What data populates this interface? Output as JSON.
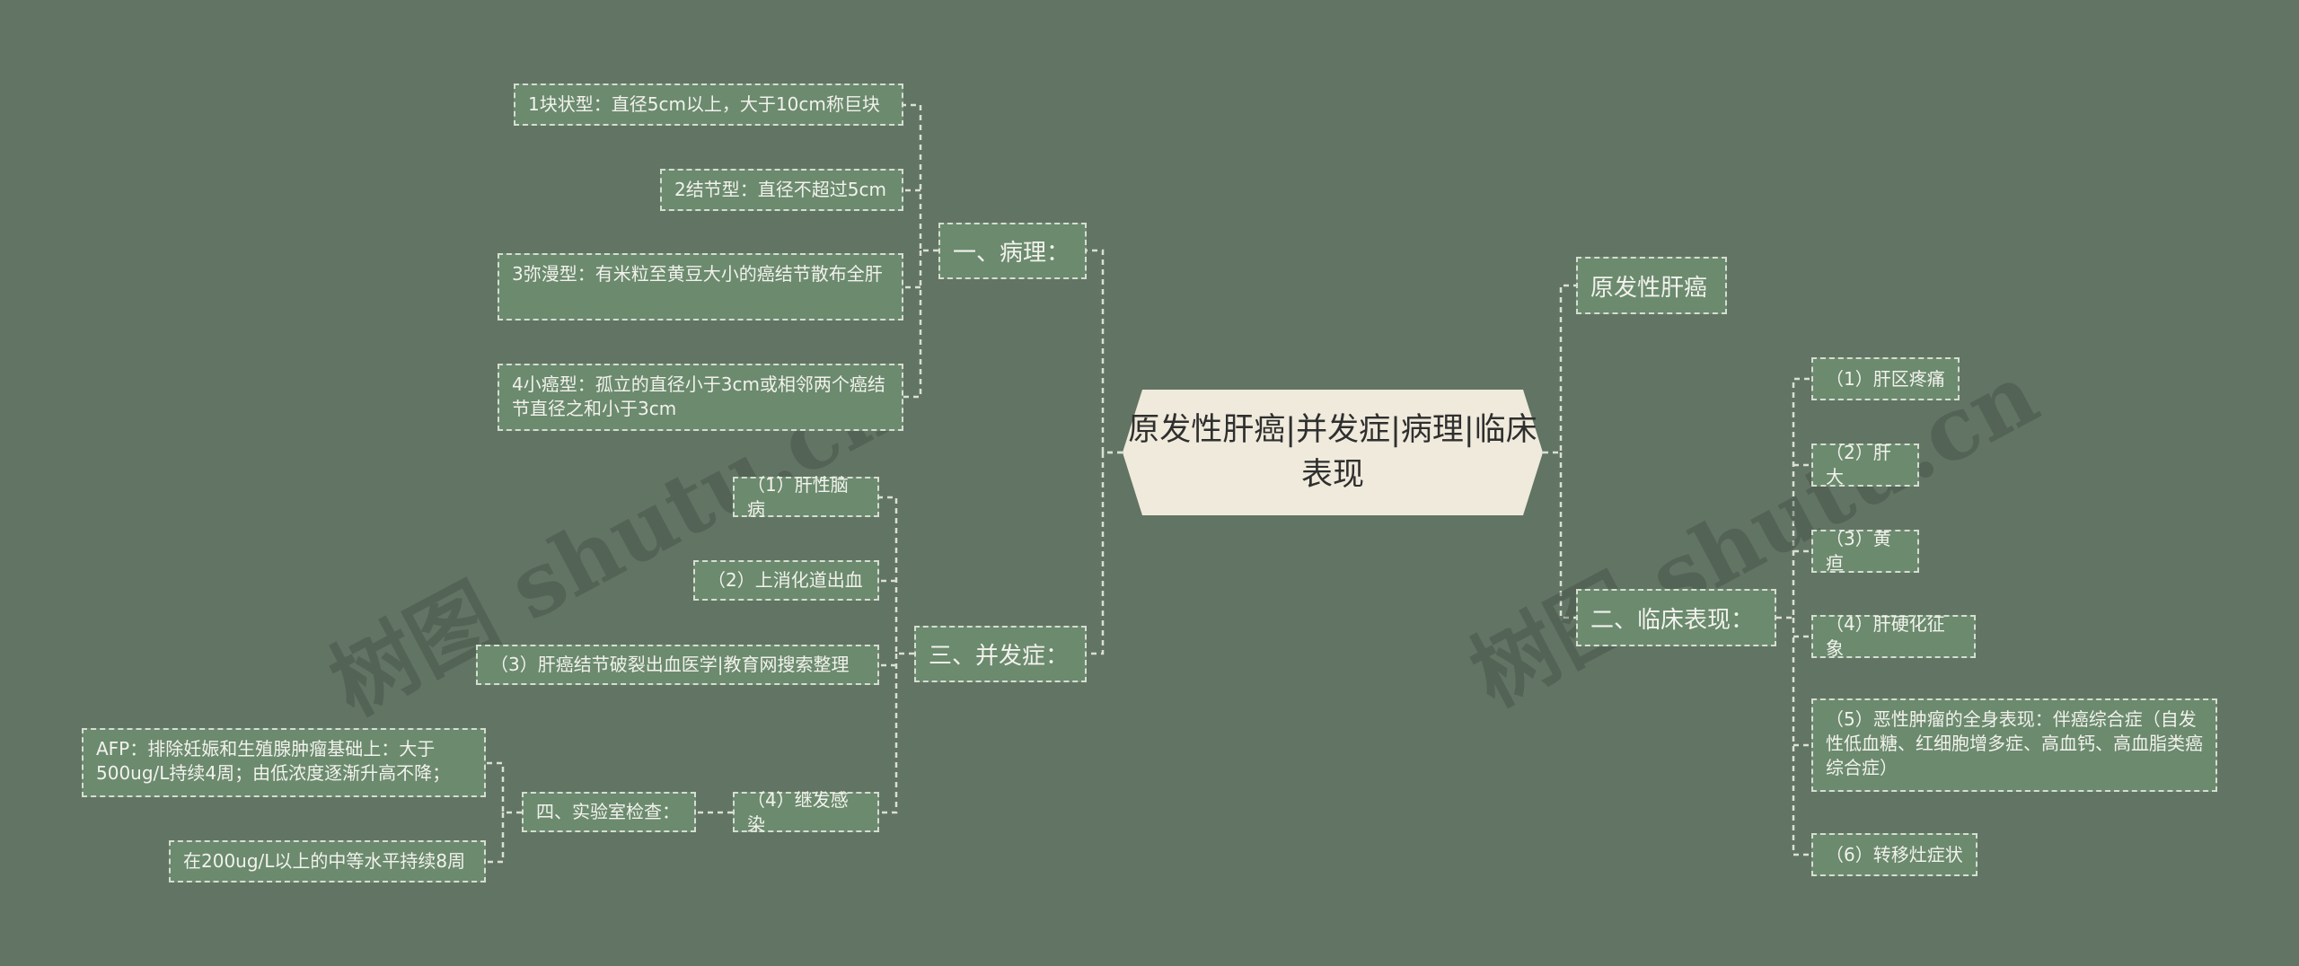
{
  "root": {
    "title": "原发性肝癌|并发症|病理|临床表现"
  },
  "watermark": "树图 shutu.cn",
  "left": {
    "pathology": {
      "label": "一、病理：",
      "items": [
        "1块状型：直径5cm以上，大于10cm称巨块",
        "2结节型：直径不超过5cm",
        "3弥漫型：有米粒至黄豆大小的癌结节散布全肝",
        "4小癌型：孤立的直径小于3cm或相邻两个癌结节直径之和小于3cm"
      ]
    },
    "complications": {
      "label": "三、并发症：",
      "items": [
        "（1）肝性脑病",
        "（2）上消化道出血",
        "（3）肝癌结节破裂出血医学|教育网搜索整理",
        "（4）继发感染"
      ],
      "lab": {
        "label": "四、实验室检查：",
        "items": [
          "AFP：排除妊娠和生殖腺肿瘤基础上：大于500ug/L持续4周；由低浓度逐渐升高不降；",
          "在200ug/L以上的中等水平持续8周"
        ]
      }
    }
  },
  "right": {
    "primary": {
      "label": "原发性肝癌"
    },
    "clinical": {
      "label": "二、临床表现：",
      "items": [
        "（1）肝区疼痛",
        "（2）肝大",
        "（3）黄疸",
        "（4）肝硬化征象",
        "（5）恶性肿瘤的全身表现：伴癌综合症（自发性低血糖、红细胞增多症、高血钙、高血脂类癌综合症）",
        "（6）转移灶症状"
      ]
    }
  },
  "colors": {
    "background": "#627464",
    "node": "#6b8a6e",
    "root": "#efeadb",
    "connector": "#d9e0d4"
  }
}
